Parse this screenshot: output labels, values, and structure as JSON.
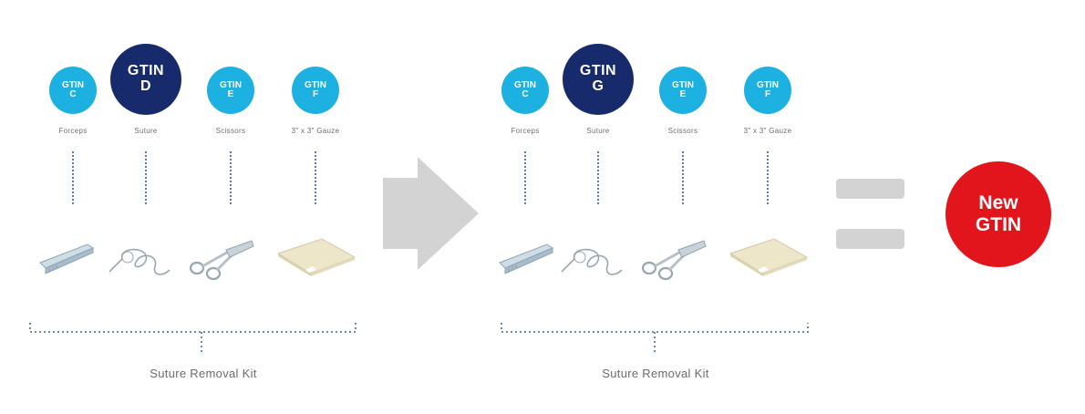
{
  "groups": [
    {
      "items": [
        {
          "line1": "GTIN",
          "line2": "C",
          "label": "Forceps"
        },
        {
          "line1": "GTIN",
          "line2": "D",
          "label": "Suture"
        },
        {
          "line1": "GTIN",
          "line2": "E",
          "label": "Scissors"
        },
        {
          "line1": "GTIN",
          "line2": "F",
          "label": "3\" x 3\" Gauze"
        }
      ],
      "kit_label": "Suture Removal Kit"
    },
    {
      "items": [
        {
          "line1": "GTIN",
          "line2": "C",
          "label": "Forceps"
        },
        {
          "line1": "GTIN",
          "line2": "G",
          "label": "Suture"
        },
        {
          "line1": "GTIN",
          "line2": "E",
          "label": "Scissors"
        },
        {
          "line1": "GTIN",
          "line2": "F",
          "label": "3\" x 3\" Gauze"
        }
      ],
      "kit_label": "Suture Removal Kit"
    }
  ],
  "result": {
    "line1": "New",
    "line2": "GTIN"
  },
  "colors": {
    "gtin_small": "#1cb1e0",
    "gtin_changed": "#172b6c",
    "new_gtin": "#e2141c",
    "arrow": "#d3d3d3",
    "equals": "#d3d3d3",
    "dotted_line": "#5d7aa6"
  },
  "icons": [
    "forceps-icon",
    "suture-icon",
    "scissors-icon",
    "gauze-icon"
  ]
}
